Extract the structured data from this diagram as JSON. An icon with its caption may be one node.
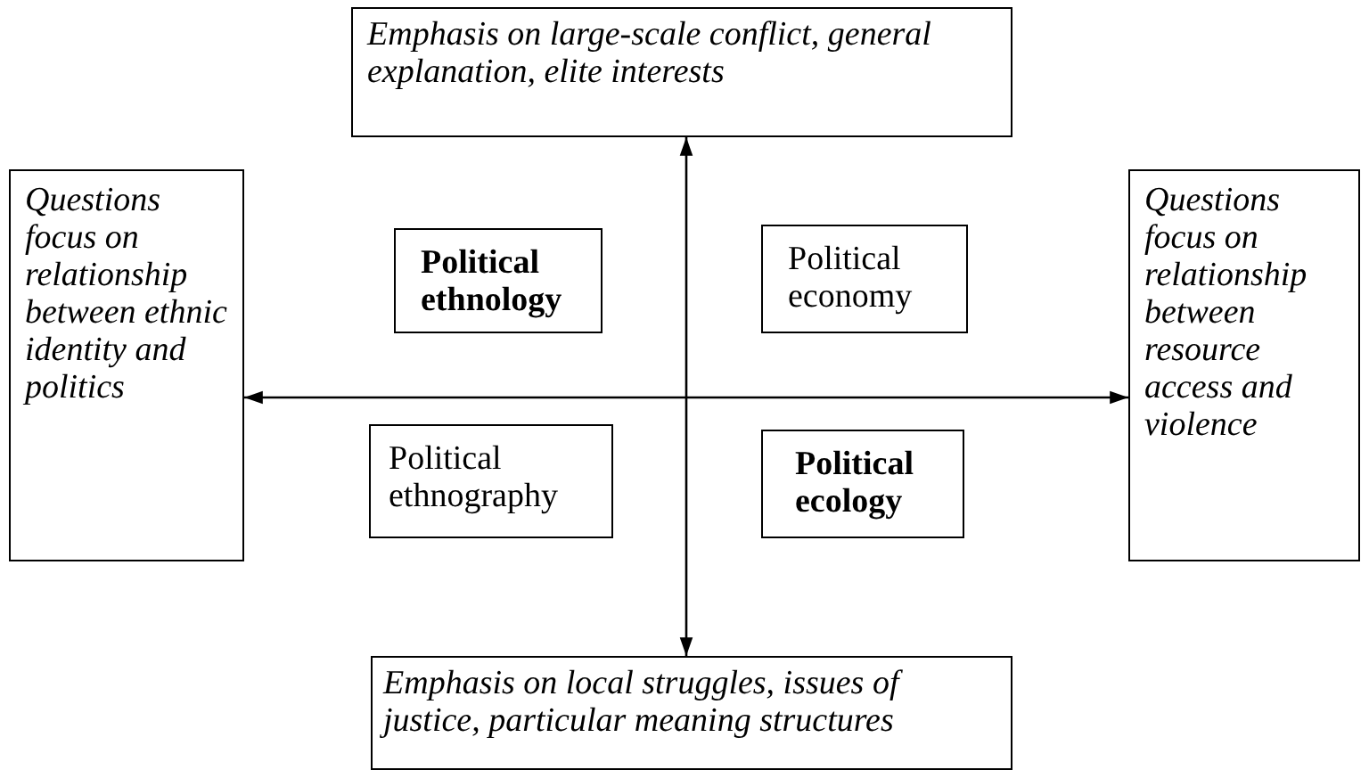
{
  "diagram": {
    "nodes": [
      {
        "text": [
          "Emphasis on large-scale conflict, general explanation, elite interests"
        ]
      },
      {
        "text": [
          "Questions focus on relationship between ethnic identity and politics"
        ]
      },
      {
        "text": [
          "Political ethnology"
        ]
      },
      {
        "text": [
          "Political economy"
        ]
      },
      {
        "text": [
          "Questions focus on relationship between resource access and violence"
        ]
      },
      {
        "text": [
          "Political ethnography"
        ]
      },
      {
        "text": [
          "Political ecology"
        ]
      },
      {
        "text": [
          "Emphasis on local struggles, issues of justice, particular meaning structures"
        ]
      }
    ],
    "edges": [
      {
        "from": 1,
        "to": 4,
        "arrow": "both"
      },
      {
        "from": 0,
        "to": 7,
        "arrow": "both"
      }
    ]
  }
}
